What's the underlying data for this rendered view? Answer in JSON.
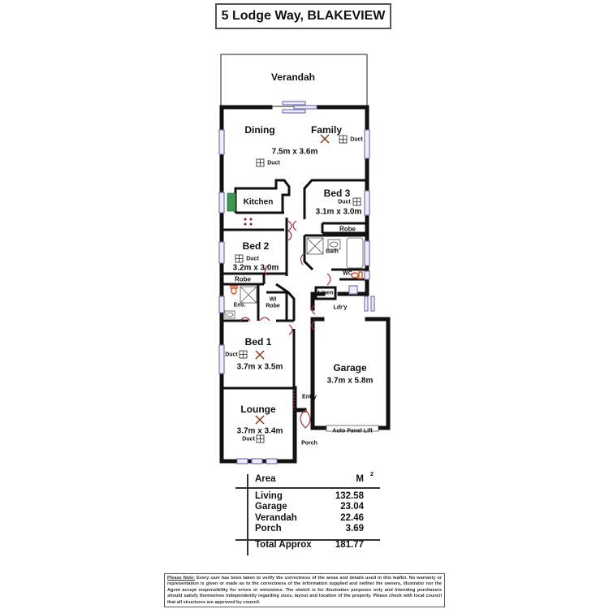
{
  "title": "5 Lodge Way, BLAKEVIEW",
  "rooms": {
    "verandah": {
      "name": "Verandah"
    },
    "dining": {
      "name": "Dining"
    },
    "family": {
      "name": "Family",
      "dims": "7.5m x 3.6m"
    },
    "kitchen": {
      "name": "Kitchen"
    },
    "bed3": {
      "name": "Bed 3",
      "dims": "3.1m x 3.0m"
    },
    "bed2": {
      "name": "Bed 2",
      "dims": "3.2m x 3.0m"
    },
    "bed1": {
      "name": "Bed 1",
      "dims": "3.7m x 3.5m"
    },
    "garage": {
      "name": "Garage",
      "dims": "3.7m x 5.8m"
    },
    "lounge": {
      "name": "Lounge",
      "dims": "3.7m x 3.4m"
    },
    "robe_bed3": {
      "name": "Robe"
    },
    "robe_bed2": {
      "name": "Robe"
    },
    "bath": {
      "name": "Bath"
    },
    "wc": {
      "name": "WC"
    },
    "linen": {
      "name": "Linen"
    },
    "laundry": {
      "name": "Ldr'y"
    },
    "ensuite": {
      "name": "Ens."
    },
    "wi_robe": {
      "name": "WI\nRobe",
      "line1": "WI",
      "line2": "Robe"
    },
    "entry": {
      "name": "Entry"
    },
    "porch": {
      "name": "Porch"
    }
  },
  "labels": {
    "duct": "Duct",
    "auto_panel_lift": "Auto Panel Lift"
  },
  "area_table": {
    "header": {
      "label": "Area",
      "unit": "M",
      "unit_sup": "2"
    },
    "rows": [
      {
        "label": "Living",
        "value": "132.58"
      },
      {
        "label": "Garage",
        "value": "23.04"
      },
      {
        "label": "Verandah",
        "value": "22.46"
      },
      {
        "label": "Porch",
        "value": "3.69"
      }
    ],
    "total": {
      "label": "Total Approx",
      "value": "181.77"
    }
  },
  "disclaimer": {
    "lead": "Please Note:",
    "text": " Every care has been taken to verify the correctness of the areas and details used in this leaflet. No warranty or representation is given or made as to the correctness of the information supplied and neither the owners, illustrator nor the Agent accept responsibility for errors or omissions. The sketch is for illustration purposes only and intending purchasers should satisfy themselves independently regarding sizes, layout and location of the property. Please check with local council that all structures are approved by council."
  },
  "colors": {
    "wall": "#111111",
    "window": "#7a74b8",
    "door": "#b0303a",
    "fan": "#8a3a10",
    "toilet": "#e05020",
    "sink_green": "#3a9a50"
  }
}
